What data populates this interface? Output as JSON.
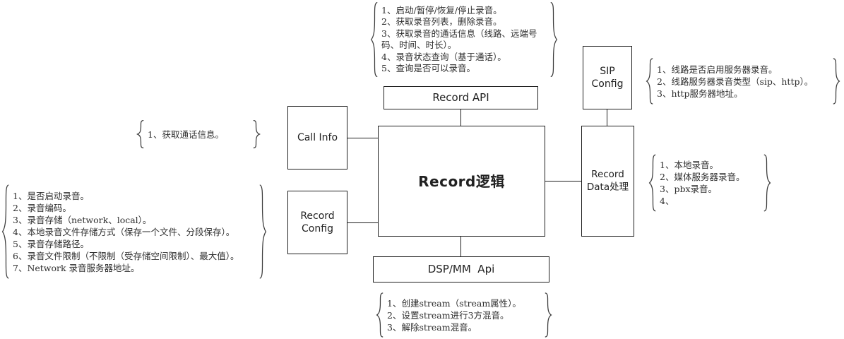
{
  "diagram": {
    "boxes": {
      "record_api": {
        "label": "Record API"
      },
      "record_logic": {
        "label": "Record逻辑"
      },
      "call_info": {
        "label": "Call Info"
      },
      "record_config": {
        "label": "Record Config"
      },
      "sip_config": {
        "label": "SIP Config"
      },
      "record_data": {
        "label": "Record Data处理"
      },
      "dsp_mm_api": {
        "label": "DSP/MM  Api"
      }
    },
    "annotations": {
      "record_api_notes": {
        "lines": [
          "1、启动/暂停/恢复/停止录音。",
          "2、获取录音列表，删除录音。",
          "3、获取录音的通话信息（线路、远端号码、时间、时长）。",
          "4、录音状态查询（基于通话）。",
          "5、查询是否可以录音。"
        ]
      },
      "call_info_notes": {
        "lines": [
          "1、获取通话信息。"
        ]
      },
      "record_config_notes": {
        "lines": [
          "1、是否启动录音。",
          "2、录音编码。",
          "3、录音存储（network、local）。",
          "4、本地录音文件存储方式（保存一个文件、分段保存）。",
          "5、录音存储路径。",
          "6、录音文件限制（不限制（受存储空间限制）、最大值）。",
          "7、Network 录音服务器地址。"
        ]
      },
      "sip_config_notes": {
        "lines": [
          "1、线路是否启用服务器录音。",
          "2、线路服务器录音类型（sip、http）。",
          "3、http服务器地址。"
        ]
      },
      "record_data_notes": {
        "lines": [
          "1、本地录音。",
          "2、媒体服务器录音。",
          "3、pbx录音。",
          "4、"
        ]
      },
      "dsp_mm_api_notes": {
        "lines": [
          "1、创建stream（stream属性）。",
          "2、设置stream进行3方混音。",
          "3、解除stream混音。"
        ]
      }
    },
    "colors": {
      "background": "#ffffff",
      "border": "#1f1f1f",
      "text": "#2e2e2e"
    }
  }
}
